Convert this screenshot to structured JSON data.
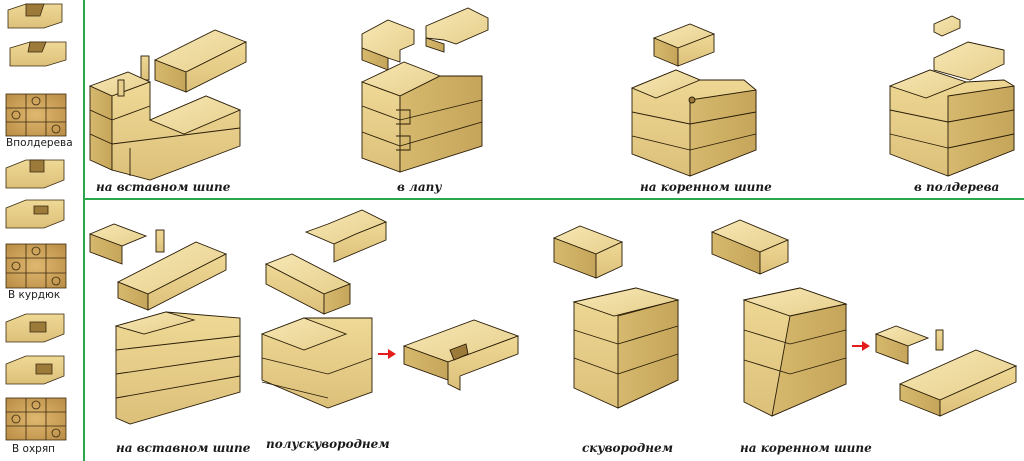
{
  "side_labels": [
    "Вполдерева",
    "В курдюк",
    "В охряп"
  ],
  "top_captions": [
    "на вставном шипе",
    "в лапу",
    "на коренном шипе",
    "в полдерева"
  ],
  "bottom_captions": [
    "на вставном шипе",
    "полускувороднем",
    "скувороднем",
    "на коренном шипе"
  ],
  "colors": {
    "wood": "#ecd89a",
    "wood_side": "#d2b46a",
    "wood_dark": "#a98a44",
    "divider": "#2aa64d",
    "arrow": "#e51c1c"
  }
}
